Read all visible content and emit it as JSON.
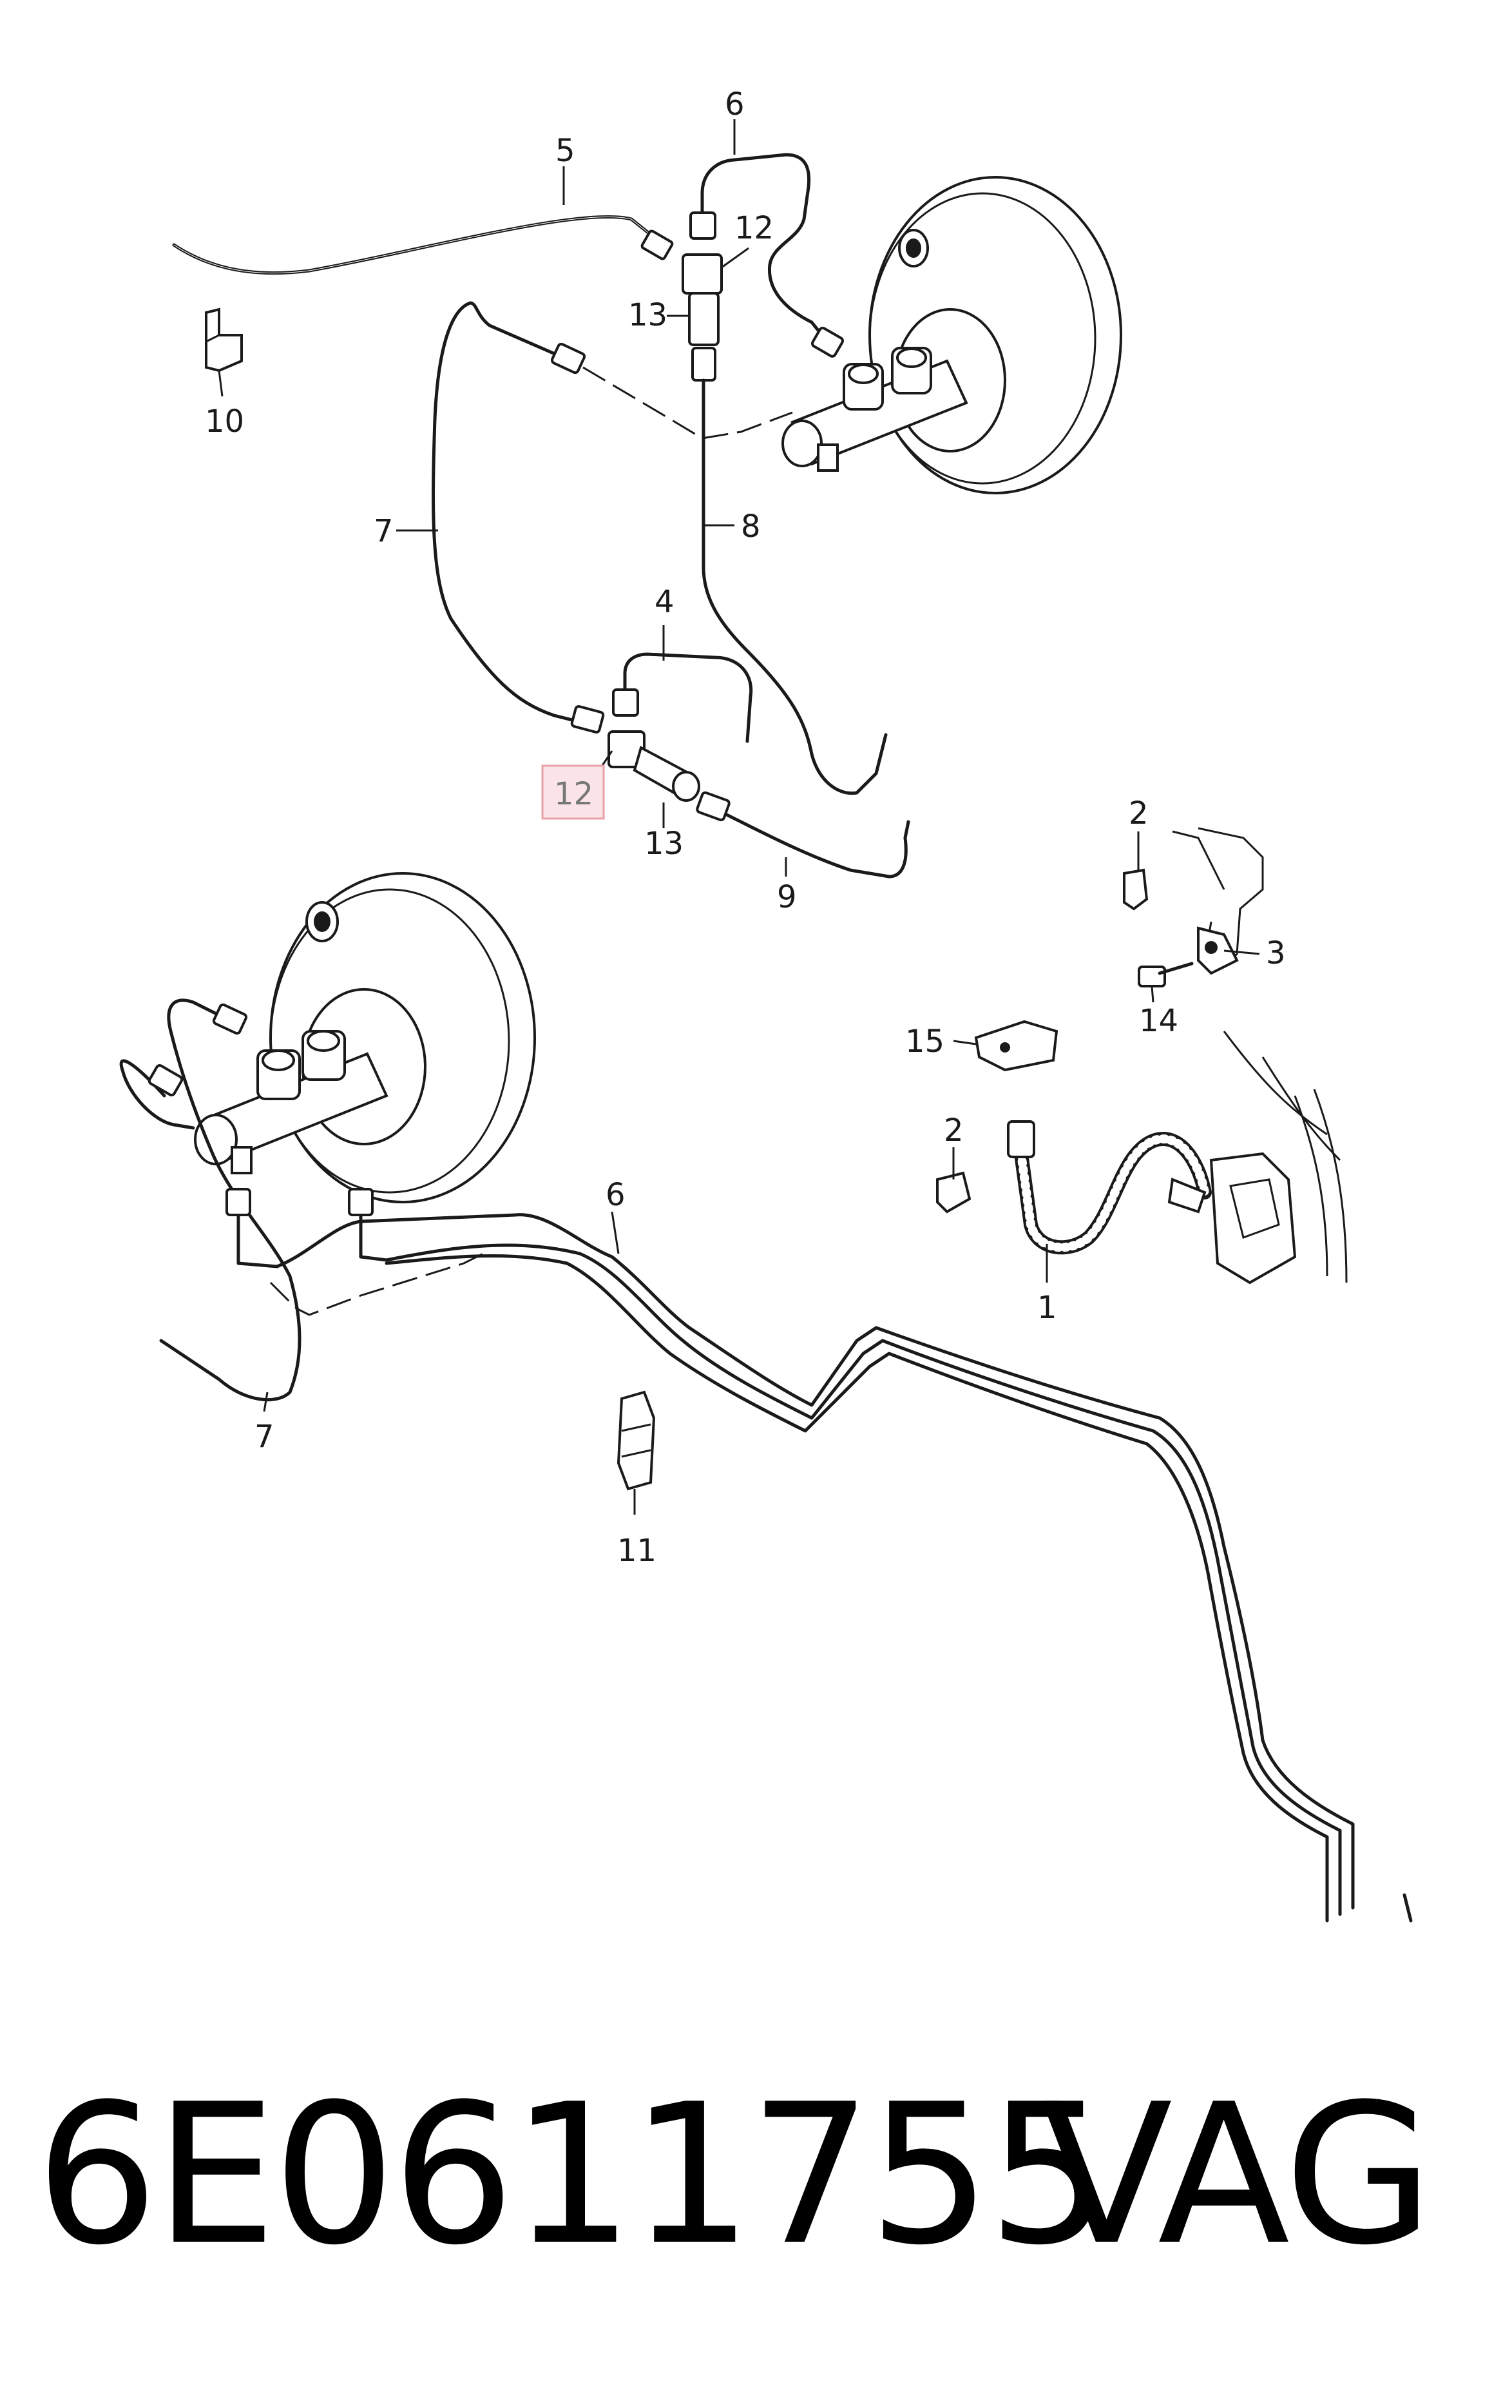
{
  "callouts": [
    {
      "id": "c5",
      "text": "5"
    },
    {
      "id": "c6a",
      "text": "6"
    },
    {
      "id": "c12a",
      "text": "12"
    },
    {
      "id": "c13a",
      "text": "13"
    },
    {
      "id": "c10",
      "text": "10"
    },
    {
      "id": "c7a",
      "text": "7"
    },
    {
      "id": "c8",
      "text": "8"
    },
    {
      "id": "c4",
      "text": "4"
    },
    {
      "id": "c12b",
      "text": "12"
    },
    {
      "id": "c13b",
      "text": "13"
    },
    {
      "id": "c9",
      "text": "9"
    },
    {
      "id": "c2a",
      "text": "2"
    },
    {
      "id": "c3",
      "text": "3"
    },
    {
      "id": "c14",
      "text": "14"
    },
    {
      "id": "c15",
      "text": "15"
    },
    {
      "id": "c2b",
      "text": "2"
    },
    {
      "id": "c1",
      "text": "1"
    },
    {
      "id": "c6b",
      "text": "6"
    },
    {
      "id": "c7b",
      "text": "7"
    },
    {
      "id": "c11",
      "text": "11"
    }
  ],
  "highlight_color": "#e8a0a8",
  "footer": {
    "part_number": "6E0611755",
    "manufacturer": "VAG"
  }
}
